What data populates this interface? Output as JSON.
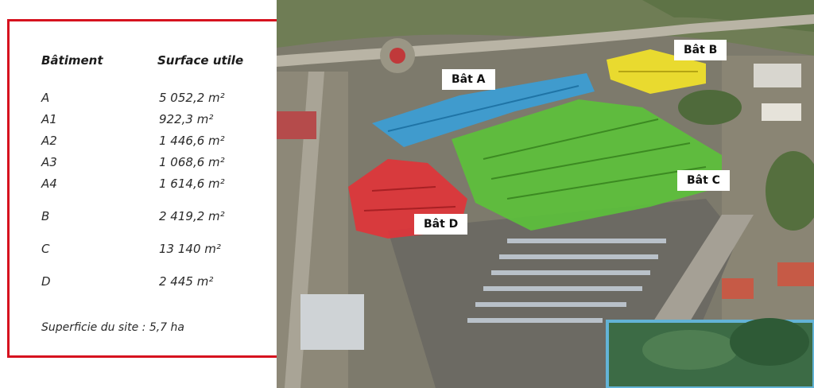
{
  "table": {
    "header_building": "Bâtiment",
    "header_surface": "Surface utile",
    "rows": [
      {
        "building": "A",
        "surface": "5 052,2 m²"
      },
      {
        "building": "A1",
        "surface": "922,3 m²"
      },
      {
        "building": "A2",
        "surface": "1 446,6 m²"
      },
      {
        "building": "A3",
        "surface": "1 068,6 m²"
      },
      {
        "building": "A4",
        "surface": "1 614,6 m²"
      },
      {
        "building": "B",
        "surface": "2 419,2 m²"
      },
      {
        "building": "C",
        "surface": "13 140 m²"
      },
      {
        "building": "D",
        "surface": "2 445 m²"
      }
    ],
    "site_area": "Superficie du site : 5,7 ha"
  },
  "map_labels": {
    "bat_a": "Bât A",
    "bat_b": "Bât B",
    "bat_c": "Bât C",
    "bat_d": "Bât D"
  },
  "colors": {
    "frame": "#d6121f",
    "bat_a": "#3a9fd8",
    "bat_b": "#f2e22a",
    "bat_c": "#5cc23a",
    "bat_d": "#e0343a"
  }
}
